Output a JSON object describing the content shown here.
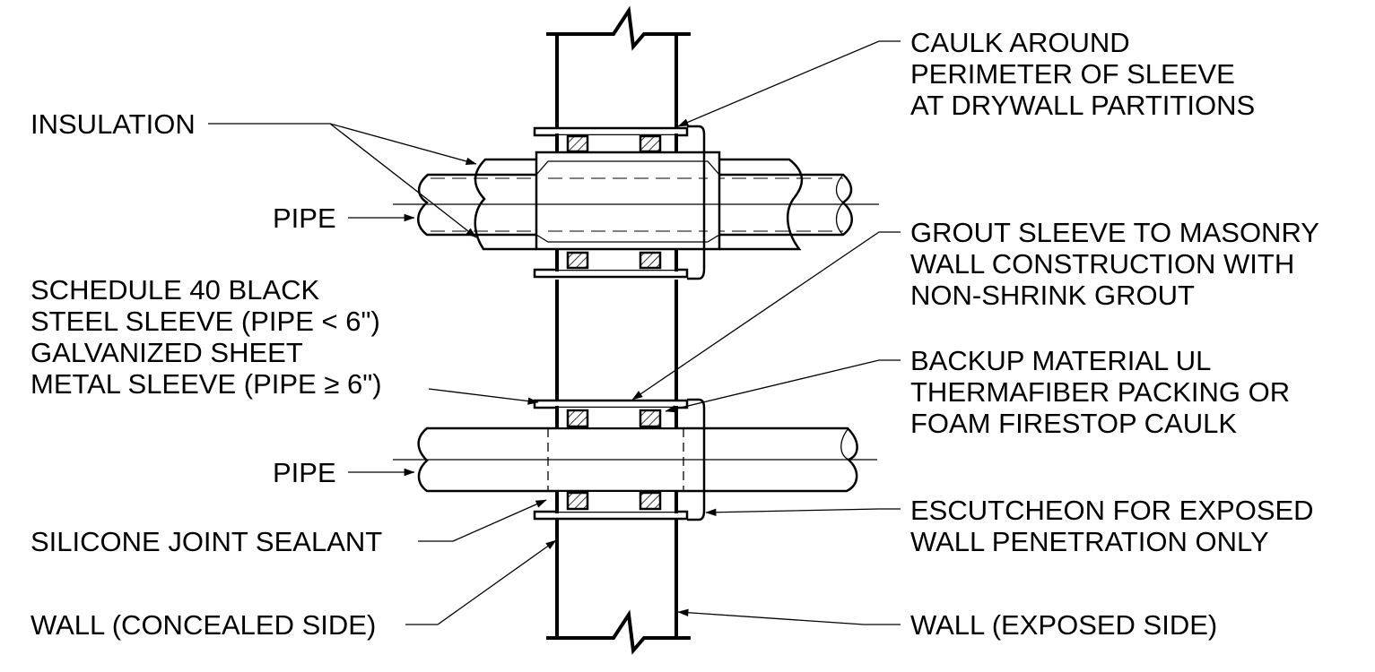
{
  "labels": {
    "insulation": [
      "INSULATION"
    ],
    "pipe_top": [
      "PIPE"
    ],
    "sleeve": [
      "SCHEDULE 40 BLACK",
      "STEEL  SLEEVE (PIPE < 6\")",
      "GALVANIZED SHEET",
      "METAL  SLEEVE (PIPE ≥ 6\")"
    ],
    "pipe_bottom": [
      "PIPE"
    ],
    "silicone": [
      "SILICONE JOINT SEALANT"
    ],
    "wall_concealed": [
      "WALL (CONCEALED SIDE)"
    ],
    "caulk": [
      "CAULK AROUND",
      "PERIMETER OF SLEEVE",
      "AT DRYWALL PARTITIONS"
    ],
    "grout": [
      "GROUT SLEEVE TO MASONRY",
      "WALL CONSTRUCTION WITH",
      "NON-SHRINK GROUT"
    ],
    "backup": [
      "BACKUP MATERIAL UL",
      "THERMAFIBER PACKING OR",
      "FOAM FIRESTOP CAULK"
    ],
    "escutcheon": [
      "ESCUTCHEON FOR EXPOSED",
      "WALL PENETRATION ONLY"
    ],
    "wall_exposed": [
      "WALL (EXPOSED SIDE)"
    ]
  },
  "colors": {
    "line": "#000000",
    "background": "#ffffff"
  }
}
